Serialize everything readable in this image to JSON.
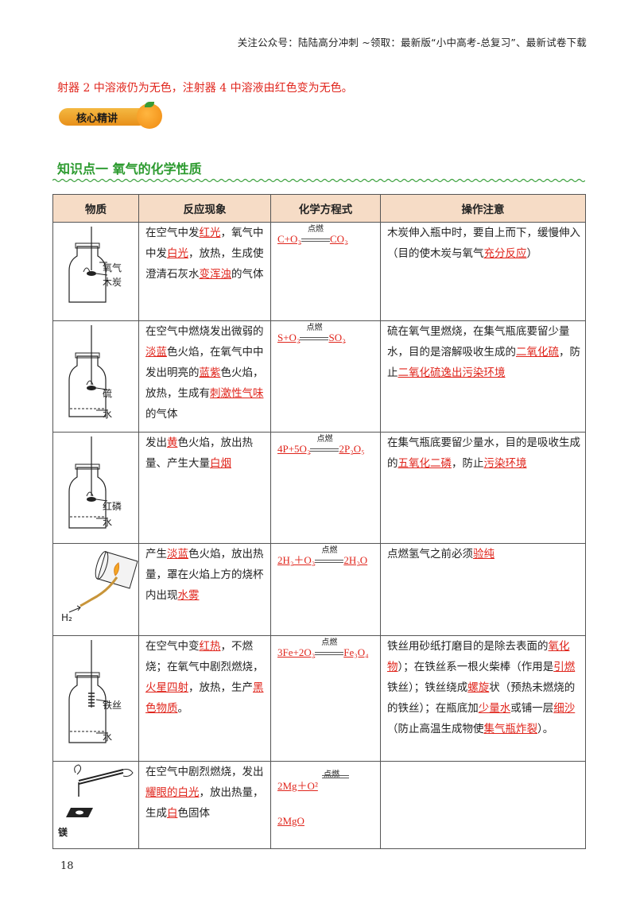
{
  "header": {
    "text": "关注公众号：陆陆高分冲刺 ~领取：最新版“小中高考-总复习”、最新试卷下载"
  },
  "intro_line": "射器 2 中溶液仍为无色，注射器 4 中溶液由红色变为无色。",
  "badge": {
    "label": "核心精讲"
  },
  "section_title": "知识点一 氧气的化学性质",
  "table": {
    "headers": [
      "物质",
      "反应现象",
      "化学方程式",
      "操作注意"
    ],
    "rows": [
      {
        "labels": [
          "氧气",
          "木炭"
        ],
        "phenomenon": [
          "在空气中发",
          "红光",
          "，氧气中中发",
          "白光",
          "，放热，生成使澄清石灰水",
          "变浑浊",
          "的气体"
        ],
        "equation": {
          "left": "C+O₂",
          "cond": "点燃",
          "right": "CO₂"
        },
        "notes": [
          "木炭伸入瓶中时，要自上而下，缓慢伸入（目的使木炭与氧气",
          "充分反应",
          "）"
        ]
      },
      {
        "labels": [
          "硫",
          "水"
        ],
        "phenomenon": [
          "在空气中燃烧发出微弱的",
          "淡蓝",
          "色火焰，在氧气中中发出明亮的",
          "蓝紫",
          "色火焰，放热，生成有",
          "刺激性气味",
          "的气体"
        ],
        "equation": {
          "left": "S+O₂",
          "cond": "点燃",
          "right": "SO₂"
        },
        "notes": [
          "硫在氧气里燃烧，在集气瓶底要留少量水，目的是溶解吸收生成的",
          "二氧化硫",
          "，防止",
          "二氧化硫逸出污染环境",
          ""
        ]
      },
      {
        "labels": [
          "红磷",
          "水"
        ],
        "phenomenon": [
          "发出",
          "黄",
          "色火焰，放出热量、产生大量",
          "白烟",
          ""
        ],
        "equation": {
          "left": "4P+5O₂",
          "cond": "点燃",
          "right": "2P₂O₅"
        },
        "notes": [
          "在集气瓶底要留少量水，目的是吸收生成的",
          "五氧化二磷",
          "，防止",
          "污染环境",
          ""
        ]
      },
      {
        "labels": [
          "H₂"
        ],
        "phenomenon": [
          "产生",
          "淡蓝",
          "色火焰，放出热量，罩在火焰上方的烧杯内出现",
          "水雾",
          ""
        ],
        "equation": {
          "left": "2H₂＋O₂",
          "cond": "点燃",
          "right": "2H₂O"
        },
        "notes": [
          "点燃氢气之前必须",
          "验纯",
          ""
        ]
      },
      {
        "labels": [
          "铁丝",
          "水"
        ],
        "phenomenon": [
          "在空气中变",
          "红热",
          "，不燃烧；在氧气中剧烈燃烧，",
          "火星四射",
          "，放热，生产",
          "黑色物质",
          "。"
        ],
        "equation": {
          "left": "3Fe+2O₂",
          "cond": "点燃",
          "right": "Fe₃O₄"
        },
        "notes": [
          "铁丝用砂纸打磨目的是除去表面的",
          "氧化物",
          "）；在铁丝系一根火柴棒（作用是",
          "引燃",
          "铁丝）；铁丝绕成",
          "螺旋",
          "状（预热未燃烧的的铁丝）；在瓶底加",
          "少量水",
          "或铺一层",
          "细沙",
          "（防止高温生成物使",
          "集气瓶炸裂",
          "）。"
        ]
      },
      {
        "labels": [
          "镁"
        ],
        "phenomenon": [
          "在空气中剧烈燃烧，发出 ",
          "耀眼的白光",
          "，放出热量，生成",
          "白",
          "色固体"
        ],
        "equation": {
          "left": "2Mg＋O²",
          "cond": "点燃",
          "right": "2MgO"
        },
        "notes": []
      }
    ]
  },
  "page_number": "18"
}
